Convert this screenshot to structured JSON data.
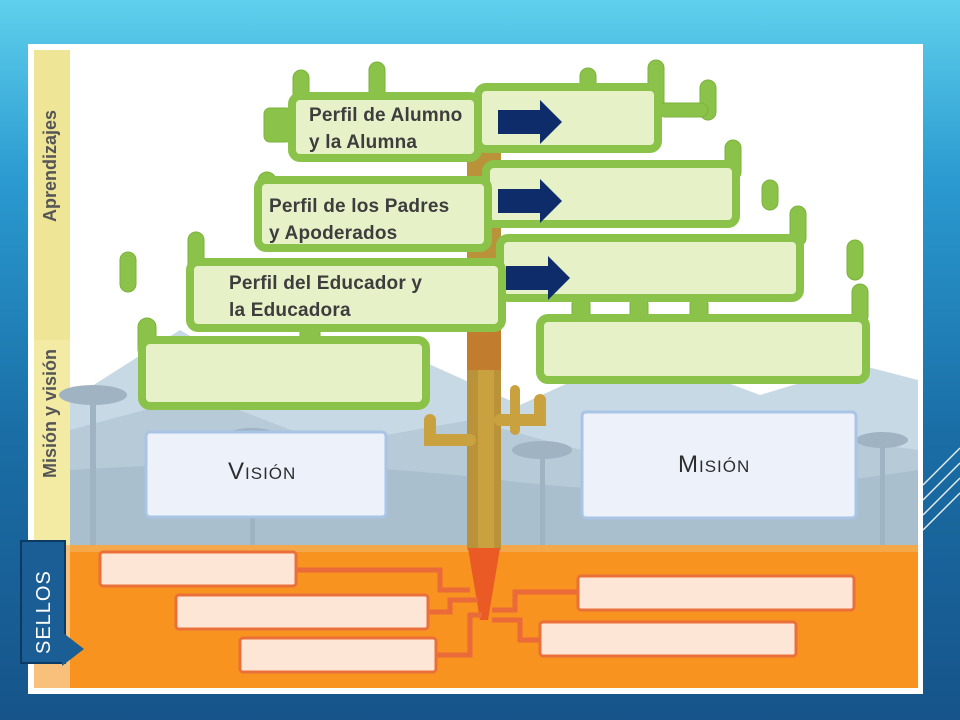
{
  "side_labels": {
    "aprendizajes": "Aprendizajes",
    "mision_vision": "Misión y visión"
  },
  "profiles": {
    "alumno": [
      "Perfil de Alumno",
      "y la Alumna"
    ],
    "padres": [
      "Perfil de los Padres",
      "y Apoderados"
    ],
    "educador": [
      "Perfil del Educador y",
      "la Educadora"
    ]
  },
  "boxes": {
    "vision": "Visión",
    "mision": "Misión"
  },
  "tab": {
    "label": "SELLOS"
  },
  "colors": {
    "leaf_green": "#8bc34a",
    "leaf_fill": "#e6f1c8",
    "trunk": "#b9923a",
    "ground_orange": "#f7931e",
    "arrow_navy": "#0e2c6a",
    "box_border": "#a9c4e4",
    "root_box_fill": "#fde6d6"
  }
}
